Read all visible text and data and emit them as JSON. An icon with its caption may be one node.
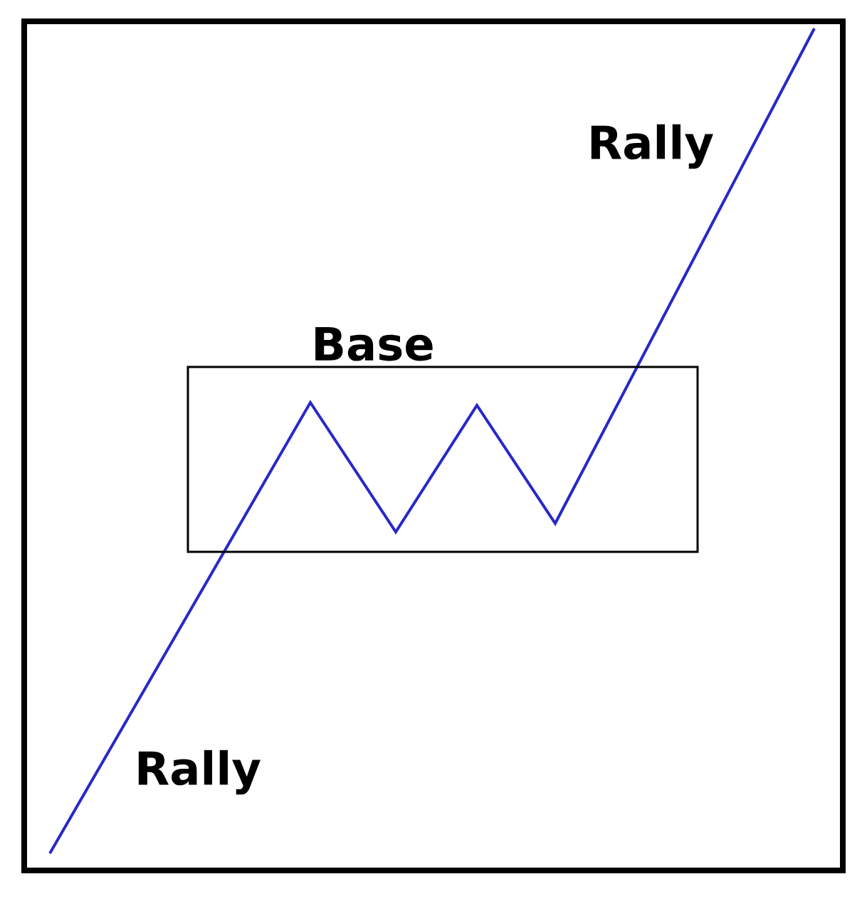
{
  "diagram": {
    "nodes": [
      {
        "text": [
          "Base"
        ]
      }
    ],
    "edges": [],
    "labels": [
      "Rally",
      "Rally"
    ]
  }
}
